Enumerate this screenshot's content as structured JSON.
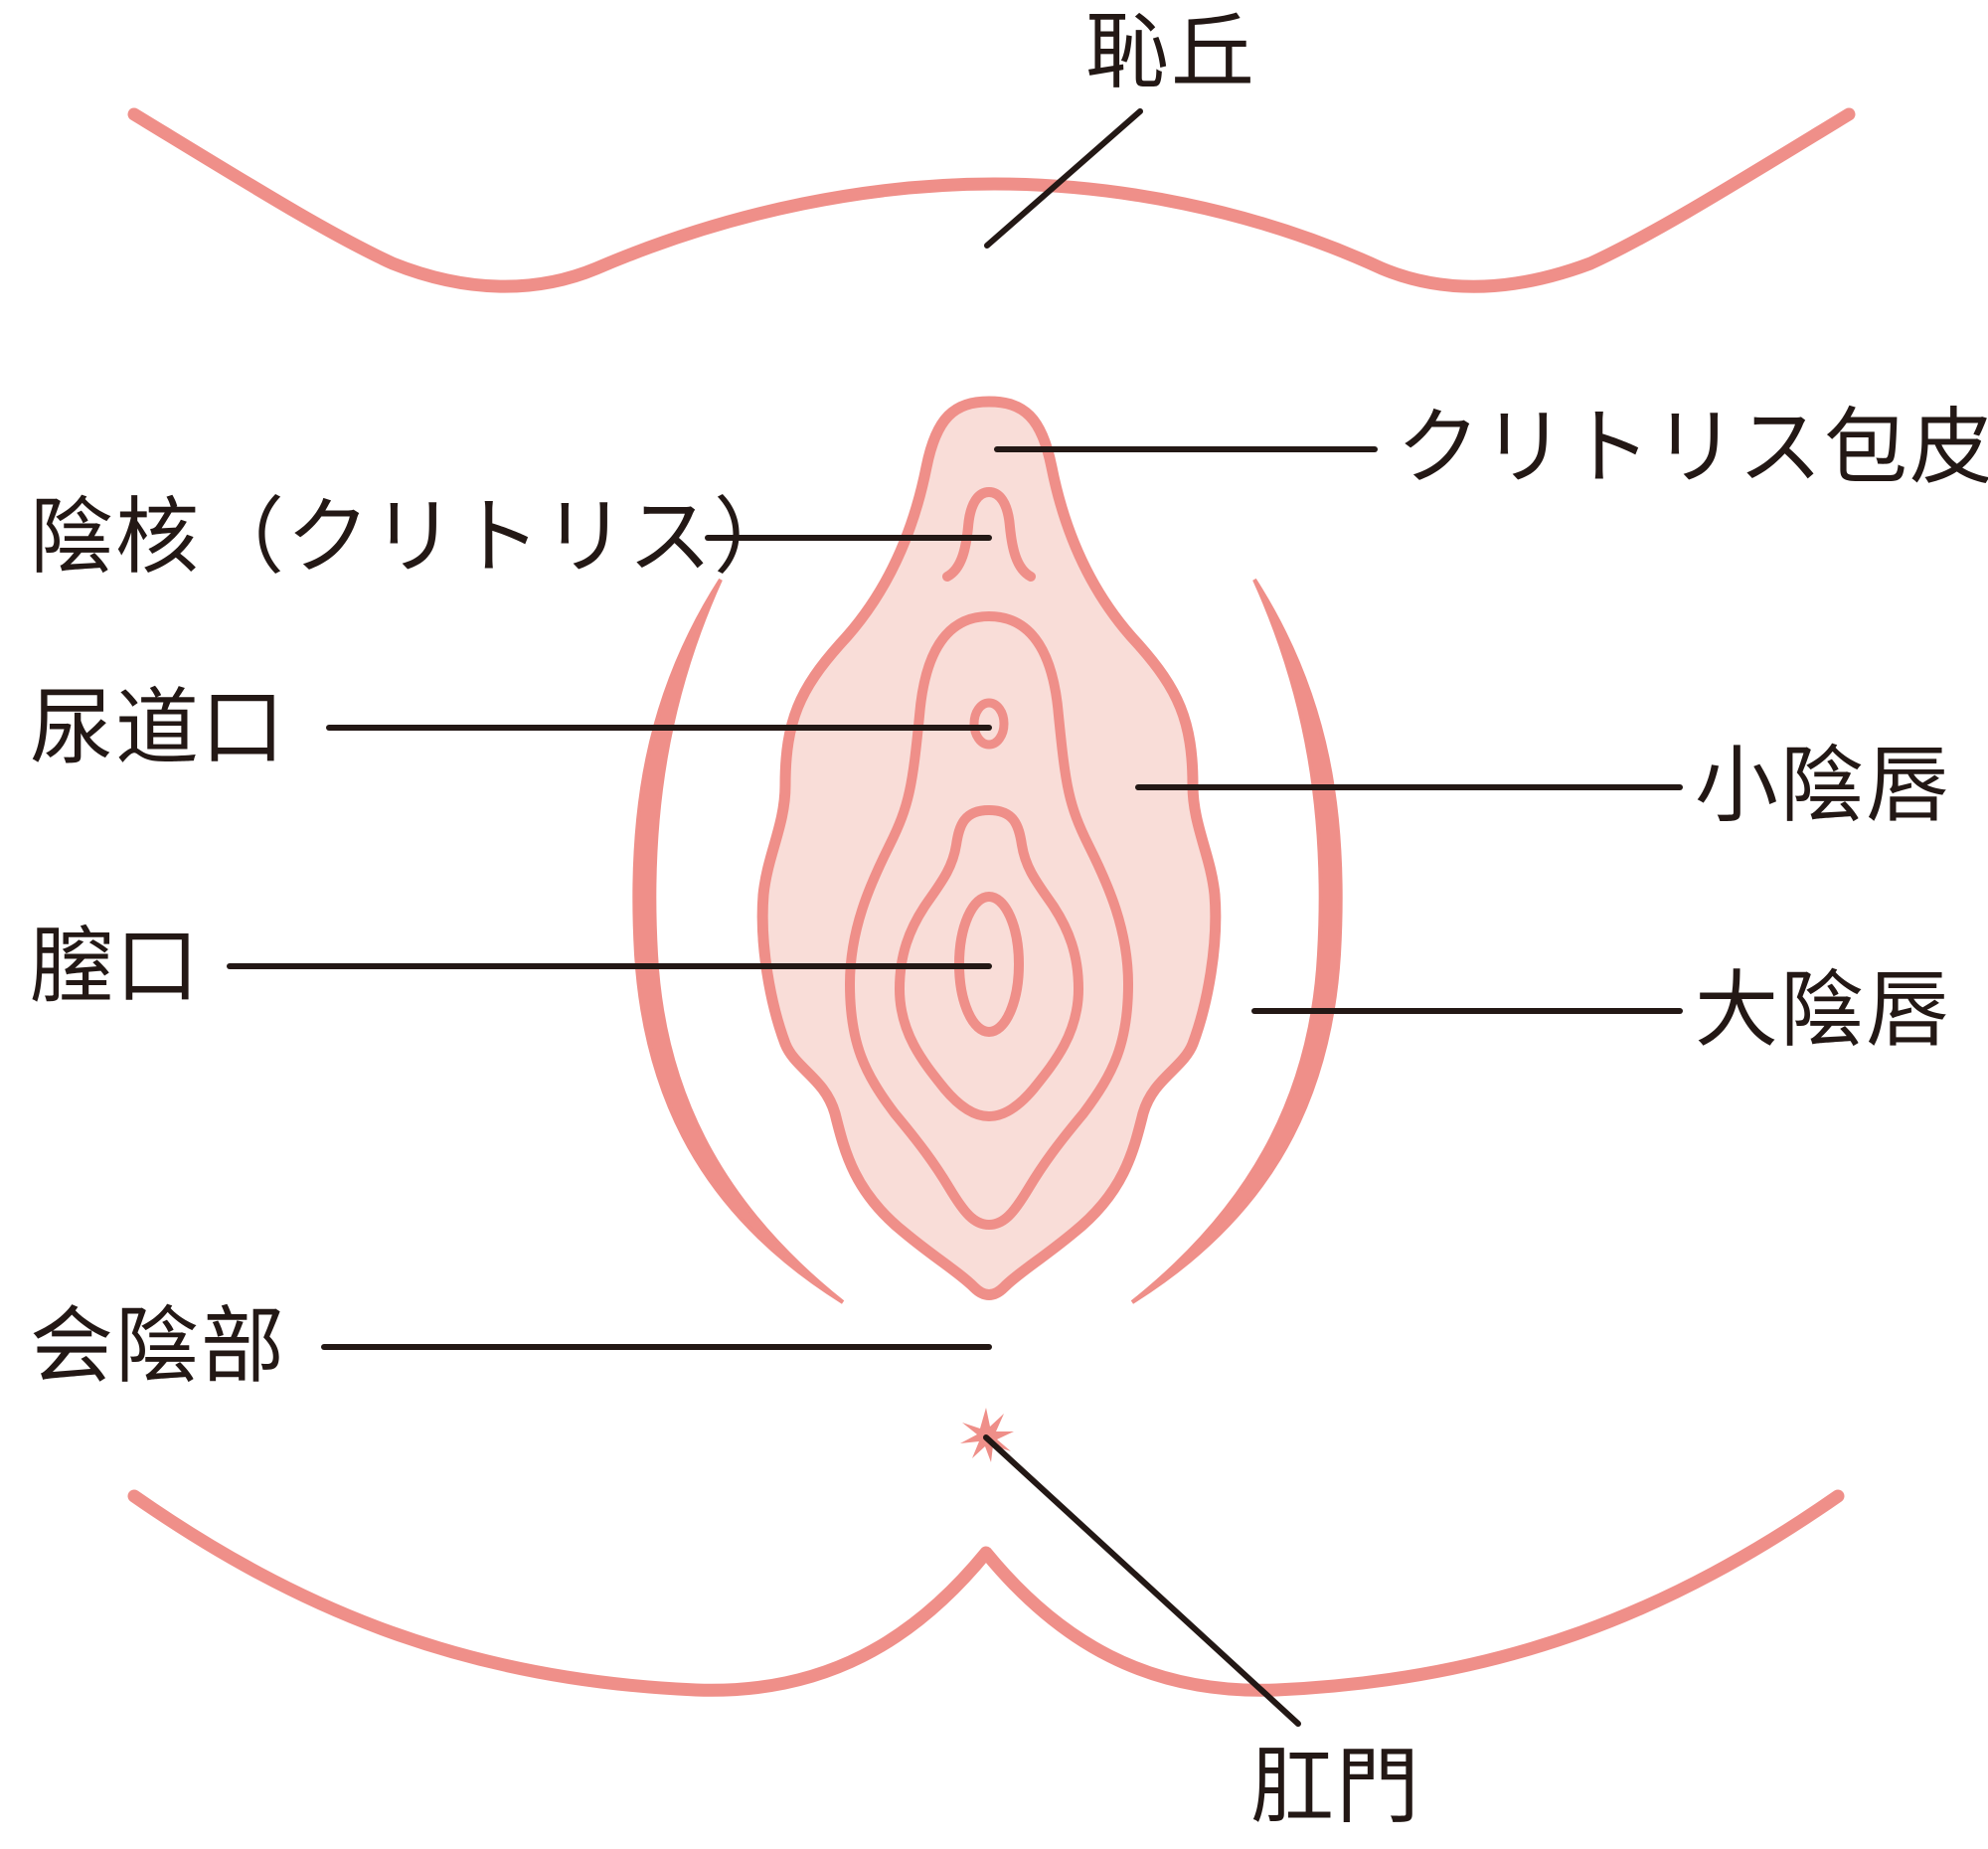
{
  "diagram": {
    "type": "anatomical-labeled-illustration",
    "language": "ja",
    "colors": {
      "outline_pink": "#EF8F89",
      "fill_pink": "#F9DDD8",
      "label_ink": "#231815",
      "background": "#FFFFFF"
    },
    "labels": {
      "mons_pubis": "恥丘",
      "clitoral_hood": "クリトリス包皮",
      "clitoris": "陰核（クリトリス）",
      "urethral_opening": "尿道口",
      "labia_minora": "小陰唇",
      "vaginal_opening": "膣口",
      "labia_majora": "大陰唇",
      "perineum": "会陰部",
      "anus": "肛門"
    }
  }
}
